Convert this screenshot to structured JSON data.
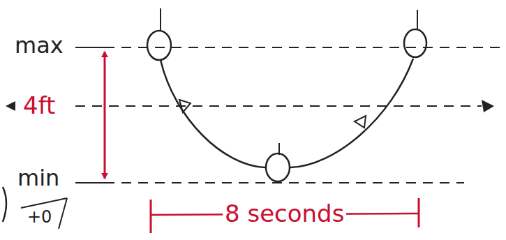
{
  "diagram": {
    "labels": [
      "max",
      "4ft",
      "min",
      "8 seconds",
      "+0"
    ]
  }
}
